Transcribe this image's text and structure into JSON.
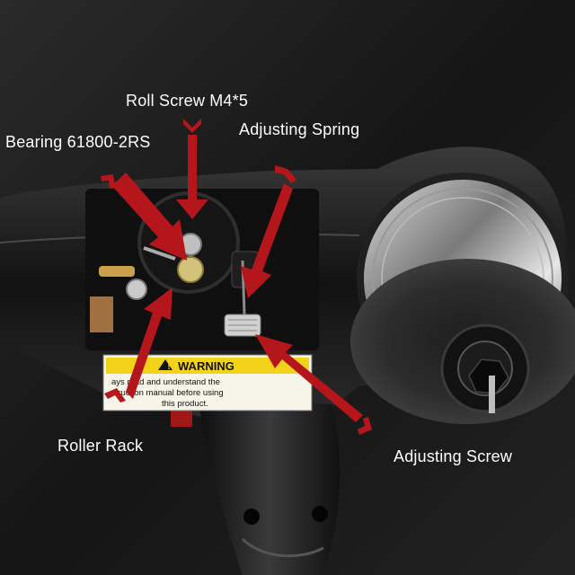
{
  "labels": {
    "roll_screw": "Roll Screw M4*5",
    "adjusting_spring": "Adjusting Spring",
    "bearing": "Bearing 61800-2RS",
    "roller_rack": "Roller Rack",
    "adjusting_screw": "Adjusting Screw"
  },
  "warning": {
    "heading": "WARNING",
    "line1": "ays read and understand the",
    "line2": "struction manual before using",
    "line3": "this product."
  },
  "colors": {
    "arrow": "#b5161b",
    "background": "#1a1a1a",
    "warning_label": "#f3d21a"
  }
}
